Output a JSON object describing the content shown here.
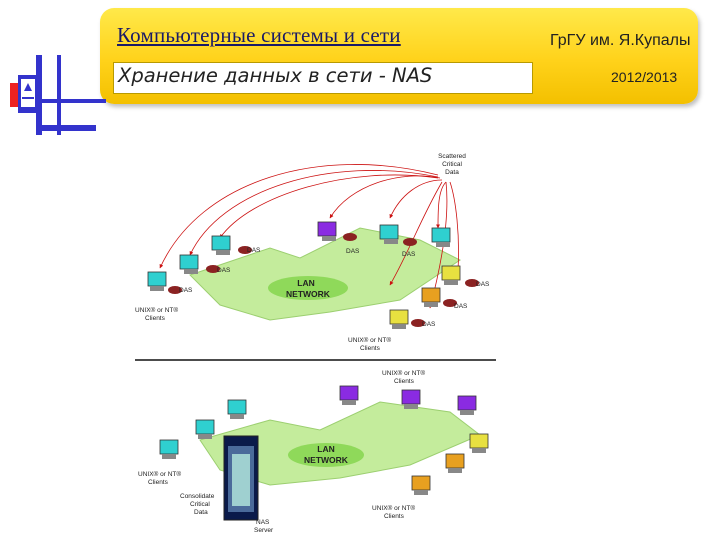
{
  "header": {
    "title": "Компьютерные системы и сети",
    "subtitle": "Хранение данных в сети - NAS",
    "university": "ГрГУ им. Я.Купалы",
    "year": "2012/2013"
  },
  "colors": {
    "accent_yellow": "#ffd21a",
    "title_navy": "#1a1a66",
    "logo_blue": "#3333cc",
    "logo_red": "#ee2222",
    "arrow_red": "#cc1111",
    "network_green": "#b8e58c"
  },
  "top_diagram": {
    "scattered_label": [
      "Scattered",
      "Critical",
      "Data"
    ],
    "lan": [
      "LAN",
      "NETWORK"
    ],
    "das": "DAS",
    "clients_left": [
      "UNIX® or NT®",
      "Clients"
    ],
    "clients_bottom": [
      "UNIX® or NT®",
      "Clients"
    ]
  },
  "bottom_diagram": {
    "clients_top": [
      "UNIX® or NT®",
      "Clients"
    ],
    "lan": [
      "LAN",
      "NETWORK"
    ],
    "clients_left": [
      "UNIX® or NT®",
      "Clients"
    ],
    "consolidated": [
      "Consolidate",
      "Critical",
      "Data"
    ],
    "nas_server": [
      "NAS",
      "Server"
    ],
    "clients_bottom": [
      "UNIX® or NT®",
      "Clients"
    ]
  }
}
